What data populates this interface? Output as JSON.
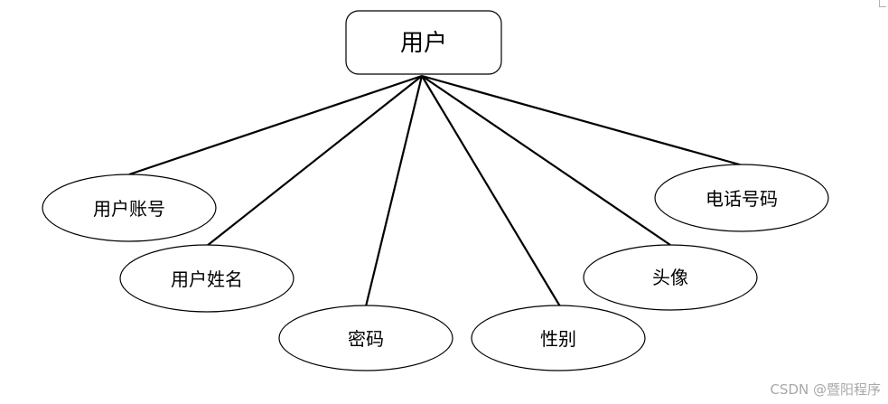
{
  "entity": {
    "label": "用户"
  },
  "attributes": {
    "account": "用户账号",
    "name": "用户姓名",
    "password": "密码",
    "gender": "性别",
    "avatar": "头像",
    "phone": "电话号码"
  },
  "watermark": "CSDN @暨阳程序",
  "colors": {
    "line": "#000000",
    "watermark": "#a8a8a8"
  }
}
